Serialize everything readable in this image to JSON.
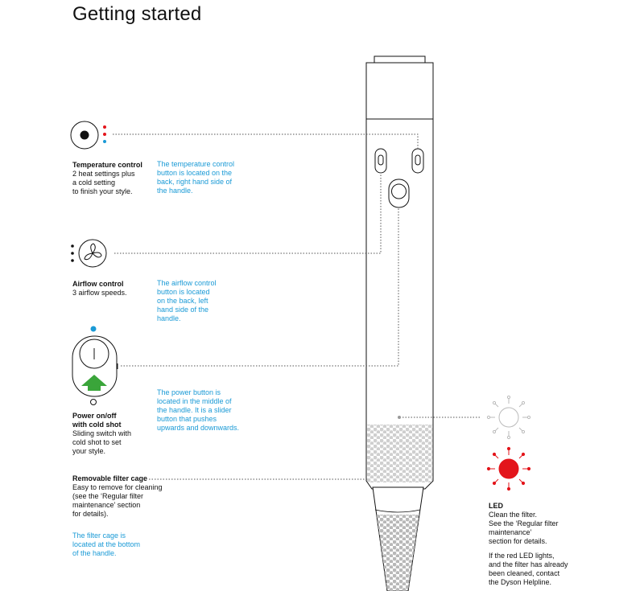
{
  "page": {
    "title": "Getting started"
  },
  "temperature": {
    "title": "Temperature control",
    "lines": [
      "2 heat settings plus",
      "a cold setting",
      "to finish your style."
    ],
    "note": [
      "The temperature control",
      "button is located on the",
      "back, right hand side of",
      "the handle."
    ]
  },
  "airflow": {
    "title": "Airflow control",
    "lines": [
      "3 airflow speeds."
    ],
    "note": [
      "The airflow control",
      "button is located",
      "on the back, left",
      "hand side of the",
      "handle."
    ]
  },
  "power": {
    "title_lines": [
      "Power on/off",
      "with cold shot"
    ],
    "lines": [
      "Sliding switch with",
      "cold shot to set",
      "your style."
    ],
    "note": [
      "The power button is",
      "located in the middle of",
      "the handle. It is a slider",
      "button that pushes",
      "upwards and downwards."
    ]
  },
  "filter": {
    "title": "Removable filter cage",
    "lines": [
      "Easy to remove for cleaning",
      "(see the ‘Regular filter",
      "maintenance’ section",
      "for details)."
    ],
    "note": [
      "The filter cage is",
      "located at the bottom",
      "of the handle."
    ]
  },
  "led": {
    "title": "LED",
    "lines": [
      "Clean the filter.",
      "See the ‘Regular filter",
      "maintenance’",
      "section for details."
    ],
    "note": [
      "If the red LED lights,",
      "and the filter has already",
      "been cleaned, contact",
      "the Dyson Helpline."
    ]
  },
  "colors": {
    "accent_blue": "#1a9ad6",
    "led_red": "#e3151b",
    "arrow_green": "#3aa53a"
  }
}
